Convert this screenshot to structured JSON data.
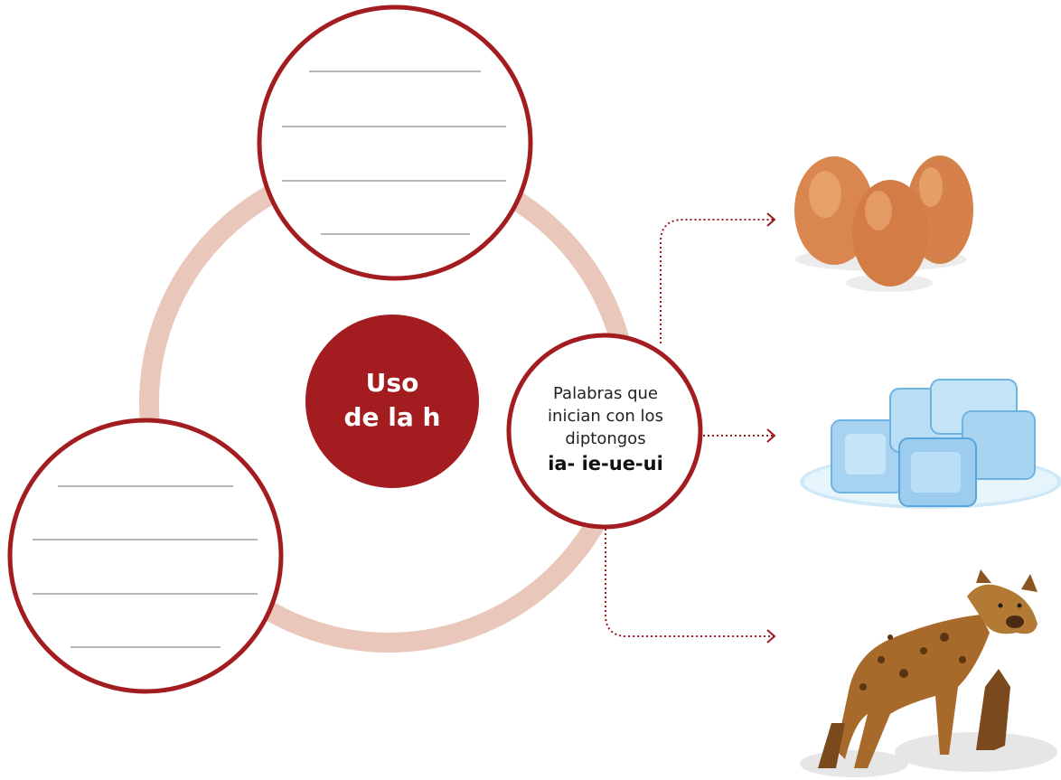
{
  "center": {
    "line1": "Uso",
    "line2": "de la h"
  },
  "diphthong_node": {
    "line1": "Palabras que",
    "line2": "inician con los",
    "line3": "diptongos",
    "bold": "ia- ie-ue-ui"
  },
  "colors": {
    "ring": "#e9c8bb",
    "accent": "#a31c20",
    "arrow": "#9b1a1e",
    "line": "#8a8a8a"
  },
  "images": [
    "eggs-illustration",
    "ice-cubes-illustration",
    "hyena-illustration"
  ]
}
